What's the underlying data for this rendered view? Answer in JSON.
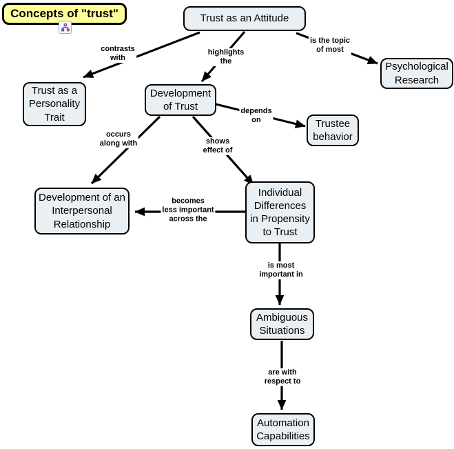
{
  "title_node": {
    "label": "Concepts of \"trust\""
  },
  "toolbar": {
    "icon": "concept-map-icon"
  },
  "colors": {
    "background": "#ffffff",
    "node_fill": "#e9eff3",
    "node_border": "#000000",
    "title_fill": "#ffff9b",
    "arrow": "#000000",
    "icon_border": "#85aed6"
  },
  "nodes": {
    "trust_attitude": {
      "label": "Trust as an Attitude"
    },
    "personality_trait": {
      "label": "Trust as a\nPersonality\nTrait"
    },
    "psychological_research": {
      "label": "Psychological\nResearch"
    },
    "development_of_trust": {
      "label": "Development\nof Trust"
    },
    "trustee_behavior": {
      "label": "Trustee\nbehavior"
    },
    "interpersonal_relationship": {
      "label": "Development of an\nInterpersonal\nRelationship"
    },
    "individual_differences": {
      "label": "Individual\nDifferences\nin Propensity\nto Trust"
    },
    "ambiguous_situations": {
      "label": "Ambiguous\nSituations"
    },
    "automation_capabilities": {
      "label": "Automation\nCapabilities"
    }
  },
  "edges": {
    "contrasts_with": {
      "label": "contrasts\nwith",
      "from": "Trust as an Attitude",
      "to": "Trust as a Personality Trait"
    },
    "highlights_the": {
      "label": "highlights\nthe",
      "from": "Trust as an Attitude",
      "to": "Development of Trust"
    },
    "is_the_topic_of_most": {
      "label": "is the topic\nof most",
      "from": "Trust as an Attitude",
      "to": "Psychological Research"
    },
    "depends_on": {
      "label": "depends\non",
      "from": "Development of Trust",
      "to": "Trustee behavior"
    },
    "occurs_along_with": {
      "label": "occurs\nalong with",
      "from": "Development of Trust",
      "to": "Development of an Interpersonal Relationship"
    },
    "becomes_less_important": {
      "label": "becomes\nless important\nacross the",
      "from": "Individual Differences in Propensity to Trust",
      "to": "Development of an Interpersonal Relationship"
    },
    "shows_effect_of": {
      "label": "shows\neffect of",
      "from": "Development of Trust",
      "to": "Individual Differences in Propensity to Trust"
    },
    "is_most_important_in": {
      "label": "is most\nimportant in",
      "from": "Individual Differences in Propensity to Trust",
      "to": "Ambiguous Situations"
    },
    "are_with_respect_to": {
      "label": "are with\nrespect to",
      "from": "Ambiguous Situations",
      "to": "Automation Capabilities"
    }
  }
}
